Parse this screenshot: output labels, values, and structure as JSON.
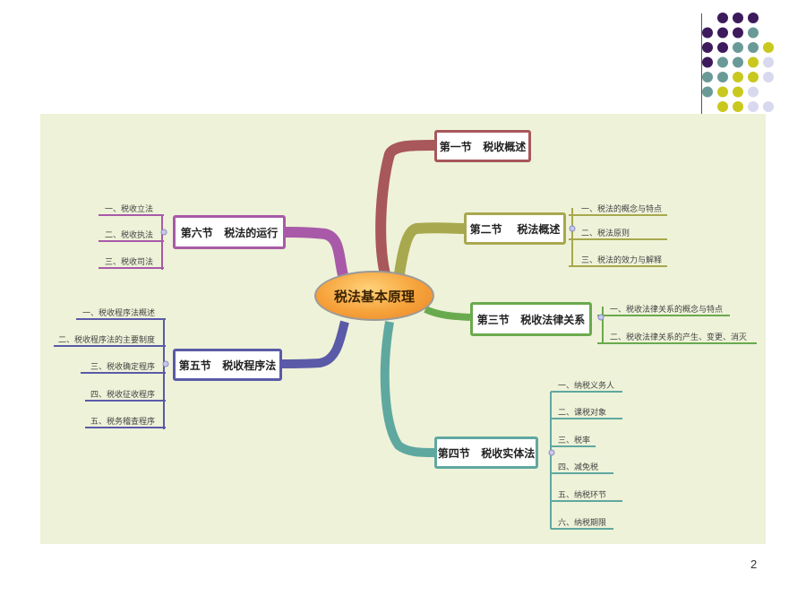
{
  "center_label": "税法基本原理",
  "page_number": "2",
  "colors": {
    "background": "#eef2d8",
    "sec1": "#a8575a",
    "sec2": "#a8a84e",
    "sec3": "#6aaa4e",
    "sec4": "#5fa8a0",
    "sec5": "#5a5aa8",
    "sec6": "#a85aa8",
    "dot_purple": "#3d1a5c",
    "dot_teal": "#6a9a98",
    "dot_yellow": "#c9c81e",
    "dot_lavender": "#d8d8ee"
  },
  "sections": {
    "s1": {
      "label": "第一节   税收概述",
      "items": []
    },
    "s2": {
      "label": "第二节    税法概述",
      "items": [
        "一、税法的概念与特点",
        "二、税法原则",
        "三、税法的效力与解释"
      ]
    },
    "s3": {
      "label": "第三节   税收法律关系",
      "items": [
        "一、税收法律关系的概念与特点",
        "二、税收法律关系的产生、变更、消灭"
      ]
    },
    "s4": {
      "label": "第四节   税收实体法",
      "items": [
        "一、纳税义务人",
        "二、课税对象",
        "三、税率",
        "四、减免税",
        "五、纳税环节",
        "六、纳税期限"
      ]
    },
    "s5": {
      "label": "第五节   税收程序法",
      "items": [
        "一、税收程序法概述",
        "二、税收程序法的主要制度",
        "三、税收确定程序",
        "四、税收征收程序",
        "五、税务稽查程序"
      ]
    },
    "s6": {
      "label": "第六节   税法的运行",
      "items": [
        "一、税收立法",
        "二、税收执法",
        "三、税收司法"
      ]
    }
  }
}
